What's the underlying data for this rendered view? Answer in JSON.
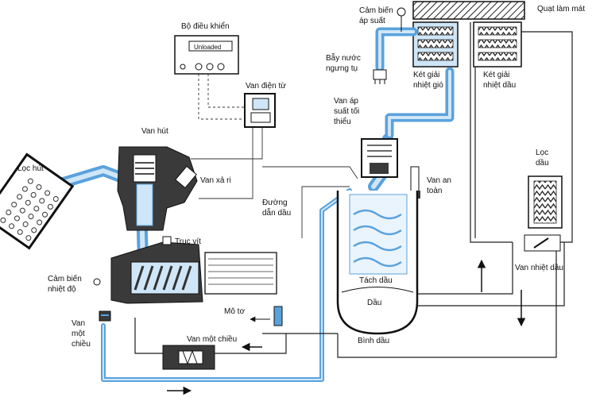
{
  "labels": {
    "controller": "Bộ điều khiển",
    "display": "Unloaded",
    "solenoid_valve": "Van điện từ",
    "pressure_sensor": "Cảm biến\náp suất",
    "condensate_trap": "Bẫy nước\nngưng tụ",
    "cooling_fan": "Quạt làm mát",
    "air_cooler": "Két giải\nnhiệt gió",
    "oil_cooler": "Két giải\nnhiệt dầu",
    "intake_filter": "Lọc hút",
    "intake_valve": "Van hút",
    "vent_valve": "Van xả ri",
    "oil_line": "Đường\ndẫn dầu",
    "min_pressure_valve": "Van áp\nsuất tối\nthiểu",
    "safety_valve": "Van an\ntoàn",
    "oil_filter": "Lọc\ndầu",
    "screw_shaft": "Trục vít",
    "temp_sensor": "Cảm biến\nnhiệt độ",
    "separator": "Tách dầu",
    "oil": "Dầu",
    "oil_tank": "Bình dầu",
    "thermostatic_valve": "Van nhiệt dầu",
    "motor": "Mô tơ",
    "check_valve_bottom": "Van một chiều",
    "check_valve_left": "Van\nmột\nchiều"
  },
  "colors": {
    "air": "#5aa2dc",
    "air_light": "#cfe6f8",
    "metal": "#3a3a3a"
  }
}
